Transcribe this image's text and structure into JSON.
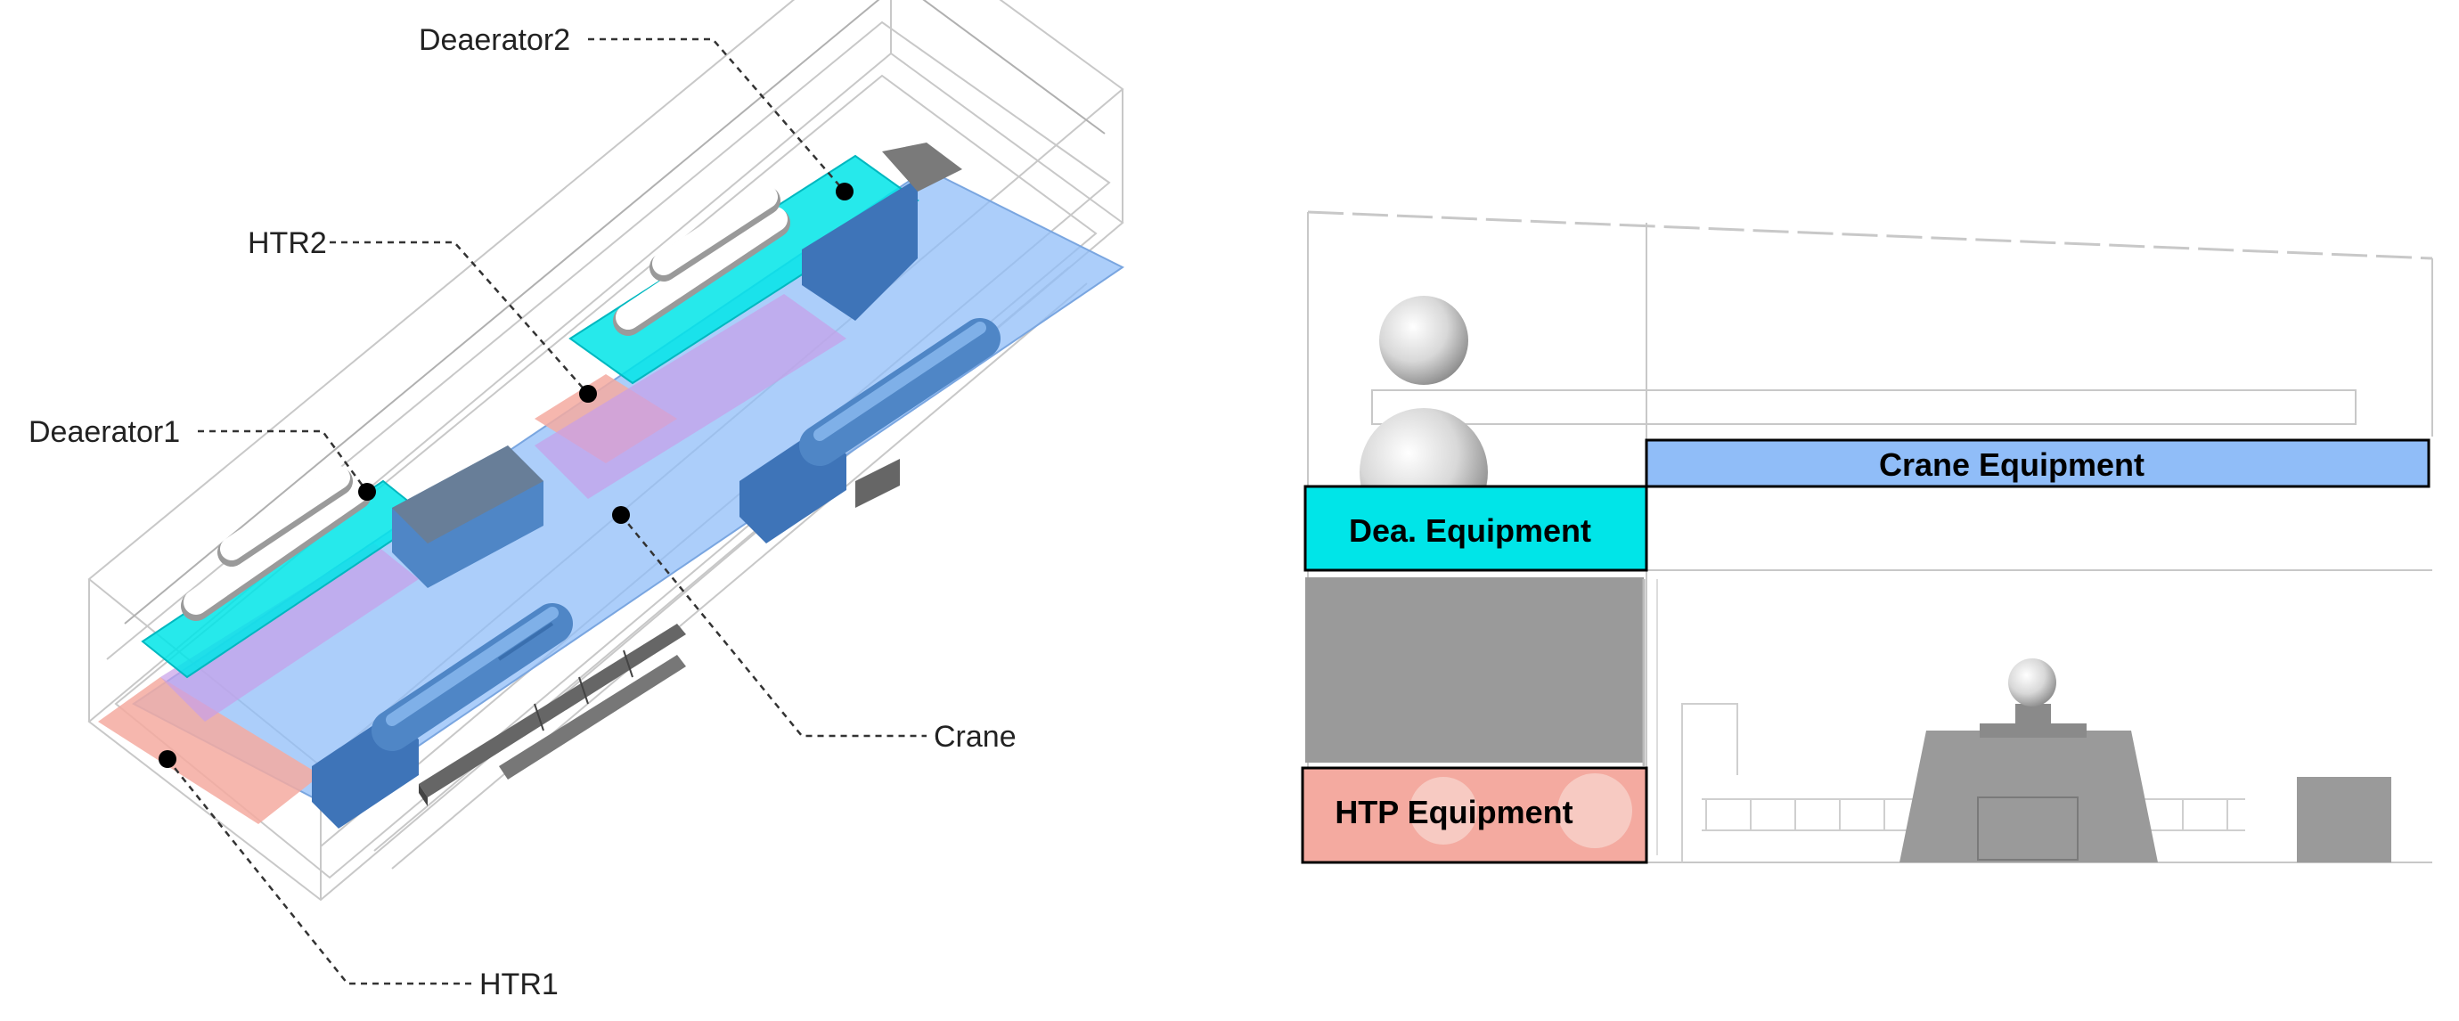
{
  "isometric_view": {
    "callouts": {
      "deaerator2": "Deaerator2",
      "htr2": "HTR2",
      "deaerator1": "Deaerator1",
      "crane": "Crane",
      "htr1": "HTR1"
    }
  },
  "side_view": {
    "crane_box": "Crane Equipment",
    "dea_box": "Dea. Equipment",
    "htp_box": "HTP Equipment"
  },
  "colors": {
    "deaerator_zone": "#00e5e8",
    "heater_zone": "#f4aaa0",
    "crane_zone": "#90bdf8",
    "equipment_blue": "#4f86c6",
    "concrete_gray": "#9a9a9a"
  }
}
